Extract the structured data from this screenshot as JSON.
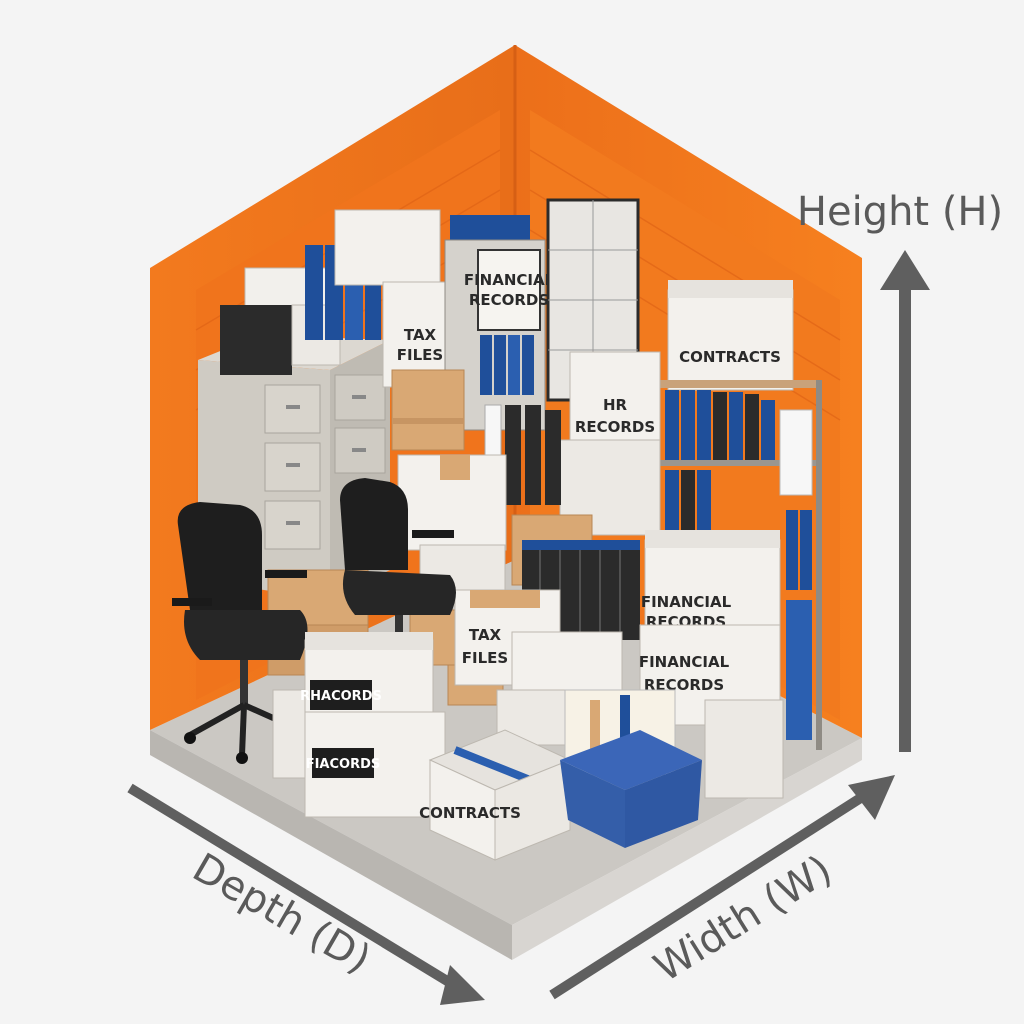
{
  "axes": {
    "height": "Height (H)",
    "depth": "Depth (D)",
    "width": "Width (W)"
  },
  "box_labels": {
    "financial_shelf_1": "FINANCIAL",
    "financial_shelf_2": "RECORDS",
    "tax_top_1": "TAX",
    "tax_top_2": "FILES",
    "contracts_top": "CONTRACTS",
    "hr_1": "HR",
    "hr_2": "RECORDS",
    "financial_a_1": "FINANCIAL",
    "financial_a_2": "RECORDS",
    "financial_b_1": "FINANCIAL",
    "financial_b_2": "RECORDS",
    "tax_mid_1": "TAX",
    "tax_mid_2": "FILES",
    "rhacords": "RHACORDS",
    "fiacords": "FIACORDS",
    "contracts_front": "CONTRACTS"
  },
  "colors": {
    "wall_orange": "#f47a1f",
    "wall_orange_dark": "#e0661a",
    "floor": "#c9c6c2",
    "arrow": "#5f5f5f",
    "binder_blue": "#1f4f9a",
    "crate_blue": "#3b66b8"
  }
}
